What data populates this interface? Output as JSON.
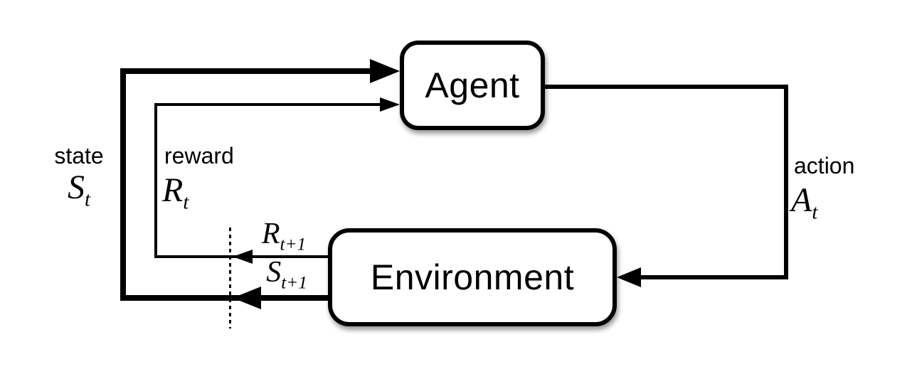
{
  "diagram": {
    "nodes": {
      "agent": {
        "label": "Agent"
      },
      "environment": {
        "label": "Environment"
      }
    },
    "signals": {
      "state": {
        "word": "state",
        "base": "S",
        "sub": "t"
      },
      "reward": {
        "word": "reward",
        "base": "R",
        "sub": "t"
      },
      "action": {
        "word": "action",
        "base": "A",
        "sub": "t"
      },
      "next_reward": {
        "base": "R",
        "sub": "t+1"
      },
      "next_state": {
        "base": "S",
        "sub": "t+1"
      }
    },
    "colors": {
      "line": "#000000",
      "background": "#ffffff",
      "node_fill": "#ffffff",
      "text": "#000000"
    }
  }
}
